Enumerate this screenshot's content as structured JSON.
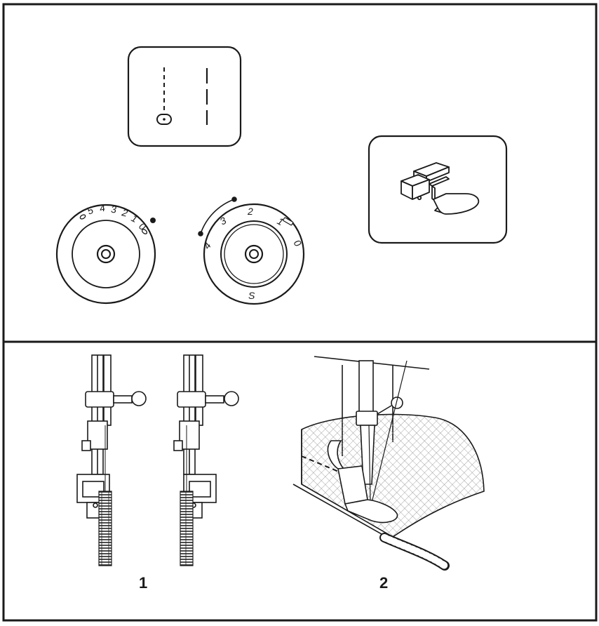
{
  "stitch_length_dial": {
    "numbers": [
      "5",
      "4",
      "3",
      "2",
      "1",
      "0"
    ]
  },
  "stitch_width_dial": {
    "numbers": [
      "4",
      "3",
      "2",
      "1",
      "0"
    ],
    "bottom_label": "S"
  },
  "steps": {
    "step1": "1",
    "step2": "2"
  },
  "colors": {
    "line": "#1a1a1a",
    "fabric_hatch": "#8a8a8a",
    "background": "#ffffff"
  }
}
